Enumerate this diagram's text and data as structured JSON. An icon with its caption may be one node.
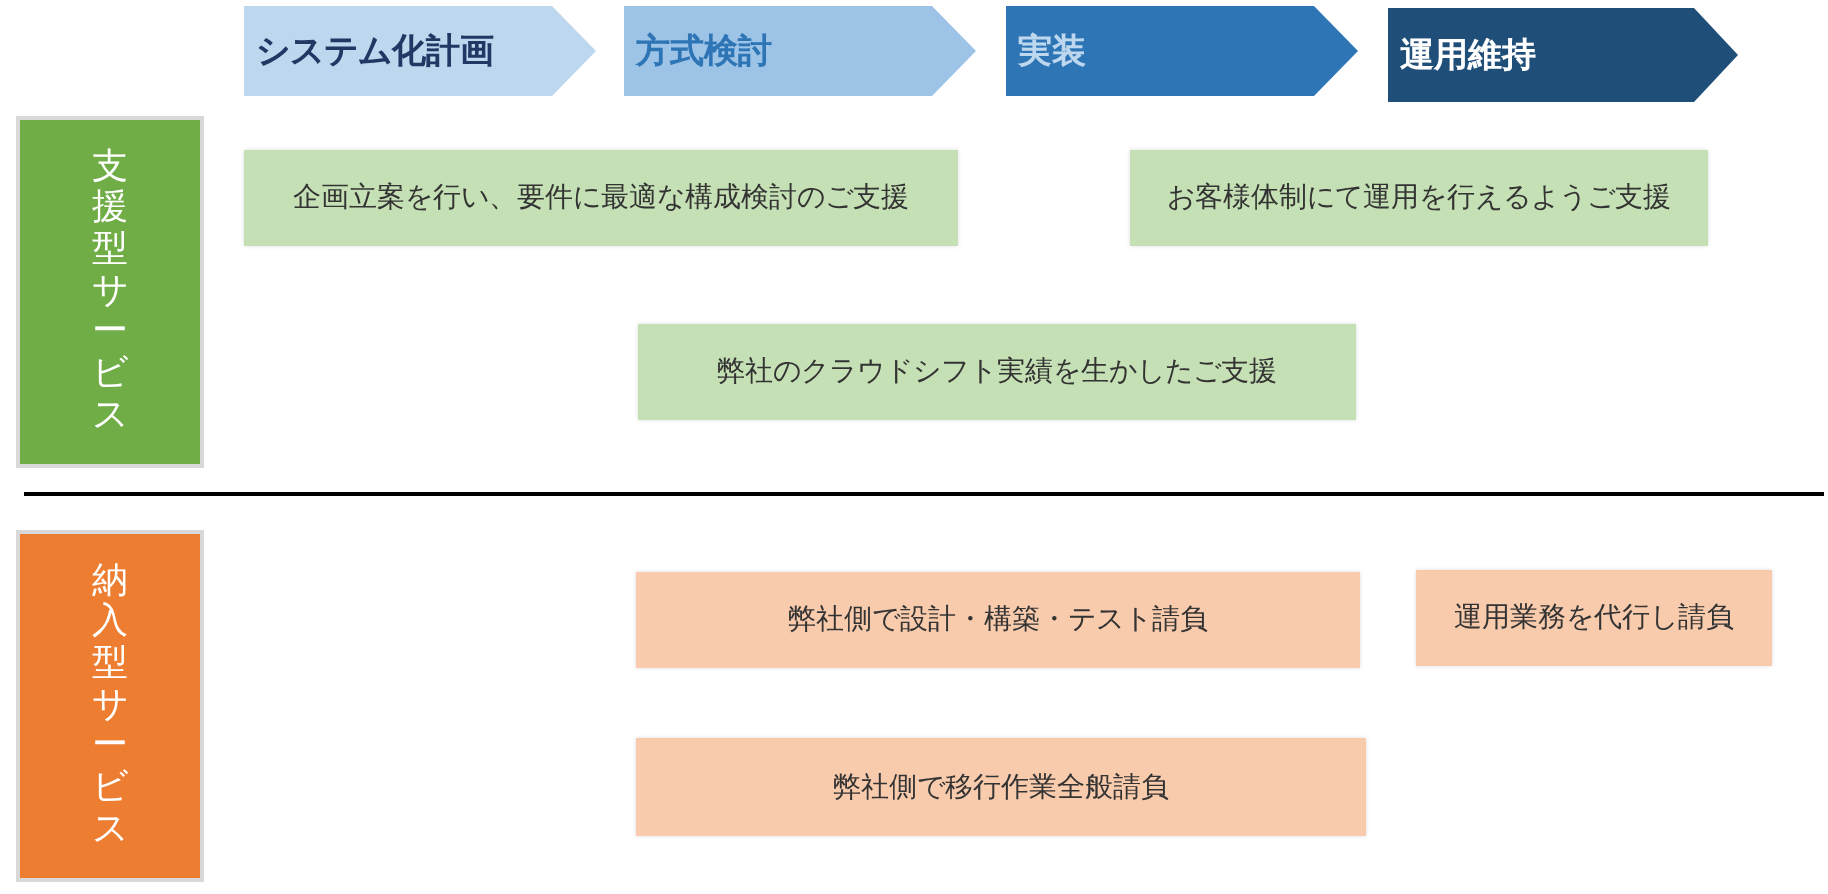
{
  "diagram": {
    "nodes": [
      {
        "text": [
          "システム化計画"
        ]
      },
      {
        "text": [
          "方式検討"
        ]
      },
      {
        "text": [
          "実装"
        ]
      },
      {
        "text": [
          "運用維持"
        ]
      },
      {
        "text": [
          "支援型サービス"
        ]
      },
      {
        "text": [
          "企画立案を行い、要件に最適な構成検討のご支援"
        ]
      },
      {
        "text": [
          "お客様体制にて運用を行えるようご支援"
        ]
      },
      {
        "text": [
          "弊社のクラウドシフト実績を生かしたご支援"
        ]
      },
      {
        "text": [
          "納入型サービス"
        ]
      },
      {
        "text": [
          "弊社側で設計・構築・テスト請負"
        ]
      },
      {
        "text": [
          "運用業務を代行し請負"
        ]
      },
      {
        "text": [
          "弊社側で移行作業全般請負"
        ]
      }
    ]
  }
}
